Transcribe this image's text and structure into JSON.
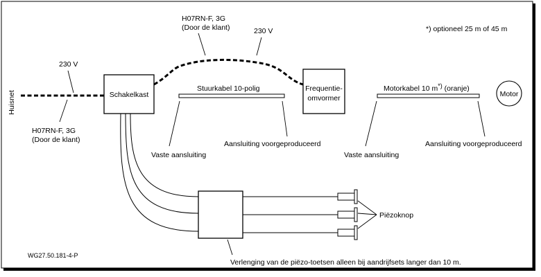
{
  "labels": {
    "huisnet": "Huisnet",
    "voltage_left": "230 V",
    "cable_left_1": "H07RN-F, 3G",
    "cable_left_2": "(Door de klant)",
    "cable_top_1": "H07RN-F, 3G",
    "cable_top_2": "(Door de klant)",
    "voltage_top": "230 V",
    "optional_note": "*) optioneel 25 m of 45 m",
    "schakelkast": "Schakelkast",
    "stuurkabel": "Stuurkabel 10-polig",
    "freq_1": "Frequentie-",
    "freq_2": "omvormer",
    "motorkabel_pre": "Motorkabel 10 m",
    "motorkabel_sup": "*)",
    "motorkabel_post": " (oranje)",
    "motor": "Motor",
    "vaste_1": "Vaste aansluiting",
    "aansluiting_1": "Aansluiting voorgeproduceerd",
    "vaste_2": "Vaste aansluiting",
    "aansluiting_2": "Aansluiting voorgeproduceerd",
    "piezoknop": "Piëzoknop",
    "verlenging": "Verlenging van de piëzo-toetsen alleen bij aandrijfsets langer dan 10 m.",
    "figure_code": "WG27.50.181-4-P"
  }
}
